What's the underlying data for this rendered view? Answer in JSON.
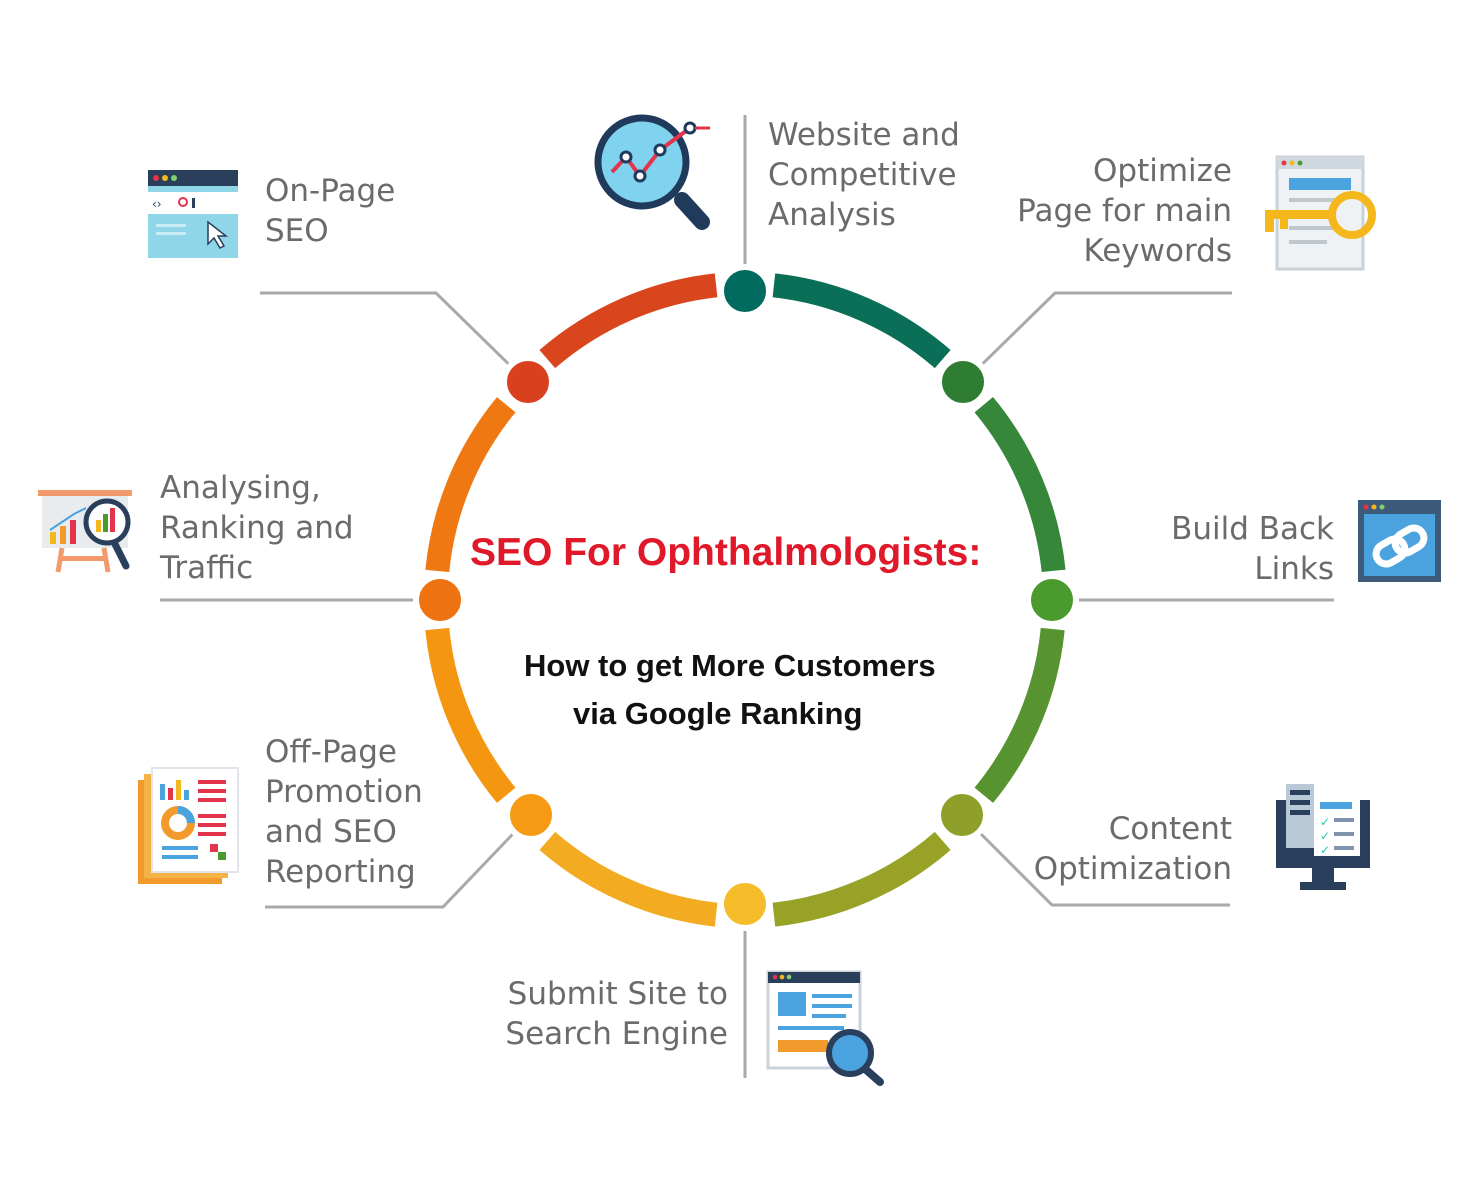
{
  "title": "SEO For Ophthalmologists:",
  "subtitle_line1": "How to get More Customers",
  "subtitle_line2": "via Google Ranking",
  "steps": [
    {
      "lines": [
        "Website and",
        "Competitive",
        "Analysis"
      ],
      "icon": "magnifier-chart-icon",
      "color": "#006b5e"
    },
    {
      "lines": [
        "Optimize",
        "Page for main",
        "Keywords"
      ],
      "icon": "key-document-icon",
      "color": "#2e7d32"
    },
    {
      "lines": [
        "Build Back",
        "Links"
      ],
      "icon": "link-window-icon",
      "color": "#4a9a2e"
    },
    {
      "lines": [
        "Content",
        "Optimization"
      ],
      "icon": "monitor-checklist-icon",
      "color": "#8fa02a"
    },
    {
      "lines": [
        "Submit Site to",
        "Search Engine"
      ],
      "icon": "search-document-icon",
      "color": "#f5b81c"
    },
    {
      "lines": [
        "Off-Page",
        "Promotion",
        "and SEO",
        "Reporting"
      ],
      "icon": "report-documents-icon",
      "color": "#f59a12"
    },
    {
      "lines": [
        "Analysing,",
        "Ranking and",
        "Traffic"
      ],
      "icon": "presentation-board-icon",
      "color": "#ee7210"
    },
    {
      "lines": [
        "On-Page",
        "SEO"
      ],
      "icon": "browser-window-icon",
      "color": "#d9411e"
    }
  ]
}
